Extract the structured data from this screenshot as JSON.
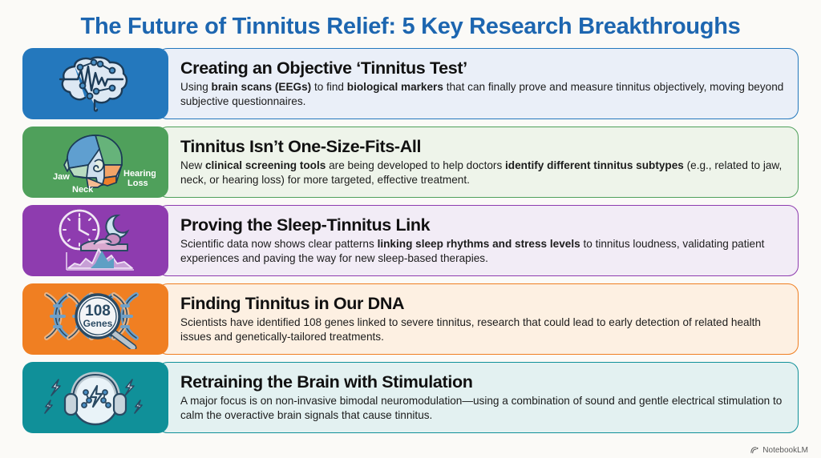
{
  "page": {
    "title": "The Future of Tinnitus Relief: 5 Key Research Breakthroughs",
    "title_color": "#1d66b0",
    "background_color": "#fbfaf7"
  },
  "watermark": {
    "label": "NotebookLM",
    "icon": "notebooklm-icon"
  },
  "cards": [
    {
      "id": "objective-tinnitus-test",
      "title": "Creating an Objective ‘Tinnitus Test’",
      "desc_runs": [
        {
          "t": "Using ",
          "b": false
        },
        {
          "t": "brain scans (EEGs)",
          "b": true
        },
        {
          "t": " to find ",
          "b": false
        },
        {
          "t": "biological markers",
          "b": true
        },
        {
          "t": " that can finally prove and measure tinnitus objectively, moving beyond subjective questionnaires.",
          "b": false
        }
      ],
      "accent": "#2478bd",
      "body_bg": "#eaeff8",
      "icon": "brain-eeg-icon",
      "icon_labels": []
    },
    {
      "id": "tinnitus-subtypes",
      "title": "Tinnitus Isn’t One-Size-Fits-All",
      "desc_runs": [
        {
          "t": "New ",
          "b": false
        },
        {
          "t": "clinical screening tools",
          "b": true
        },
        {
          "t": " are being developed to help doctors ",
          "b": false
        },
        {
          "t": "identify different tinnitus subtypes",
          "b": true
        },
        {
          "t": " (e.g., related to jaw, neck, or hearing loss) for more targeted, effective treatment.",
          "b": false
        }
      ],
      "accent": "#4fa05b",
      "body_bg": "#eef4ea",
      "icon": "head-segments-icon",
      "icon_labels": [
        "Jaw",
        "Neck",
        "Hearing",
        "Loss"
      ]
    },
    {
      "id": "sleep-tinnitus-link",
      "title": "Proving the Sleep-Tinnitus Link",
      "desc_runs": [
        {
          "t": "Scientific data now shows clear patterns ",
          "b": false
        },
        {
          "t": "linking sleep rhythms and stress levels",
          "b": true
        },
        {
          "t": " to tinnitus loudness, validating patient experiences and paving the way for new sleep-based therapies.",
          "b": false
        }
      ],
      "accent": "#8e3caf",
      "body_bg": "#f2ecf6",
      "icon": "sleep-clock-moon-chart-icon",
      "icon_labels": []
    },
    {
      "id": "tinnitus-dna",
      "title": "Finding Tinnitus in Our DNA",
      "desc_runs": [
        {
          "t": "Scientists have identified 108 genes linked to severe tinnitus, research that could lead to early detection of related health issues and genetically-tailored treatments.",
          "b": false
        }
      ],
      "accent": "#f07f22",
      "body_bg": "#fdf0e2",
      "icon": "dna-magnifier-icon",
      "icon_labels": [
        "108",
        "Genes"
      ]
    },
    {
      "id": "brain-stimulation",
      "title": "Retraining the Brain with Stimulation",
      "desc_runs": [
        {
          "t": "A major focus is on non-invasive bimodal neuromodulation—using a combination of sound and gentle electrical stimulation to calm the overactive brain signals that cause tinnitus.",
          "b": false
        }
      ],
      "accent": "#109099",
      "body_bg": "#e3f1f1",
      "icon": "headphones-head-stimulation-icon",
      "icon_labels": []
    }
  ]
}
